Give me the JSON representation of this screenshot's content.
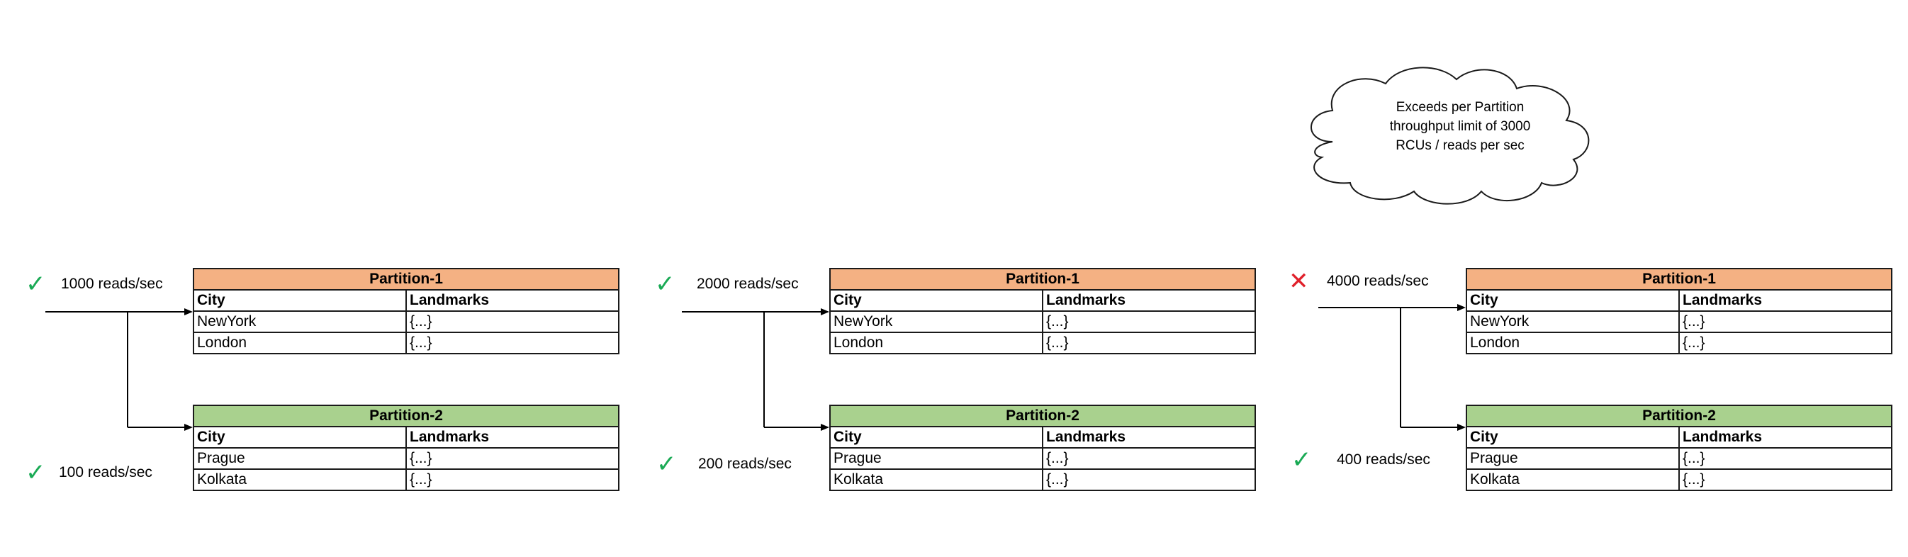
{
  "colors": {
    "partition_1": "#f4b183",
    "partition_2": "#a9d18e",
    "ok": "#1aaa55",
    "fail": "#e0202a",
    "line": "#000000"
  },
  "cloud_text": "Exceeds per Partition\nthroughput limit of 3000\nRCUs / reads per sec",
  "scenarios": [
    {
      "p1_reads": "1000 reads/sec",
      "p1_status": "ok",
      "p2_reads": "100 reads/sec",
      "p2_status": "ok"
    },
    {
      "p1_reads": "2000 reads/sec",
      "p1_status": "ok",
      "p2_reads": "200 reads/sec",
      "p2_status": "ok"
    },
    {
      "p1_reads": "4000 reads/sec",
      "p1_status": "fail",
      "p2_reads": "400 reads/sec",
      "p2_status": "ok"
    }
  ],
  "partitions": [
    {
      "title": "Partition-1",
      "headers": [
        "City",
        "Landmarks"
      ],
      "rows": [
        [
          "NewYork",
          "{...}"
        ],
        [
          "London",
          "{...}"
        ]
      ]
    },
    {
      "title": "Partition-2",
      "headers": [
        "City",
        "Landmarks"
      ],
      "rows": [
        [
          "Prague",
          "{...}"
        ],
        [
          "Kolkata",
          "{...}"
        ]
      ]
    }
  ],
  "status_icons": {
    "ok": "check-icon",
    "fail": "cross-icon"
  },
  "status_glyphs": {
    "ok": "✓",
    "fail": "✕"
  }
}
